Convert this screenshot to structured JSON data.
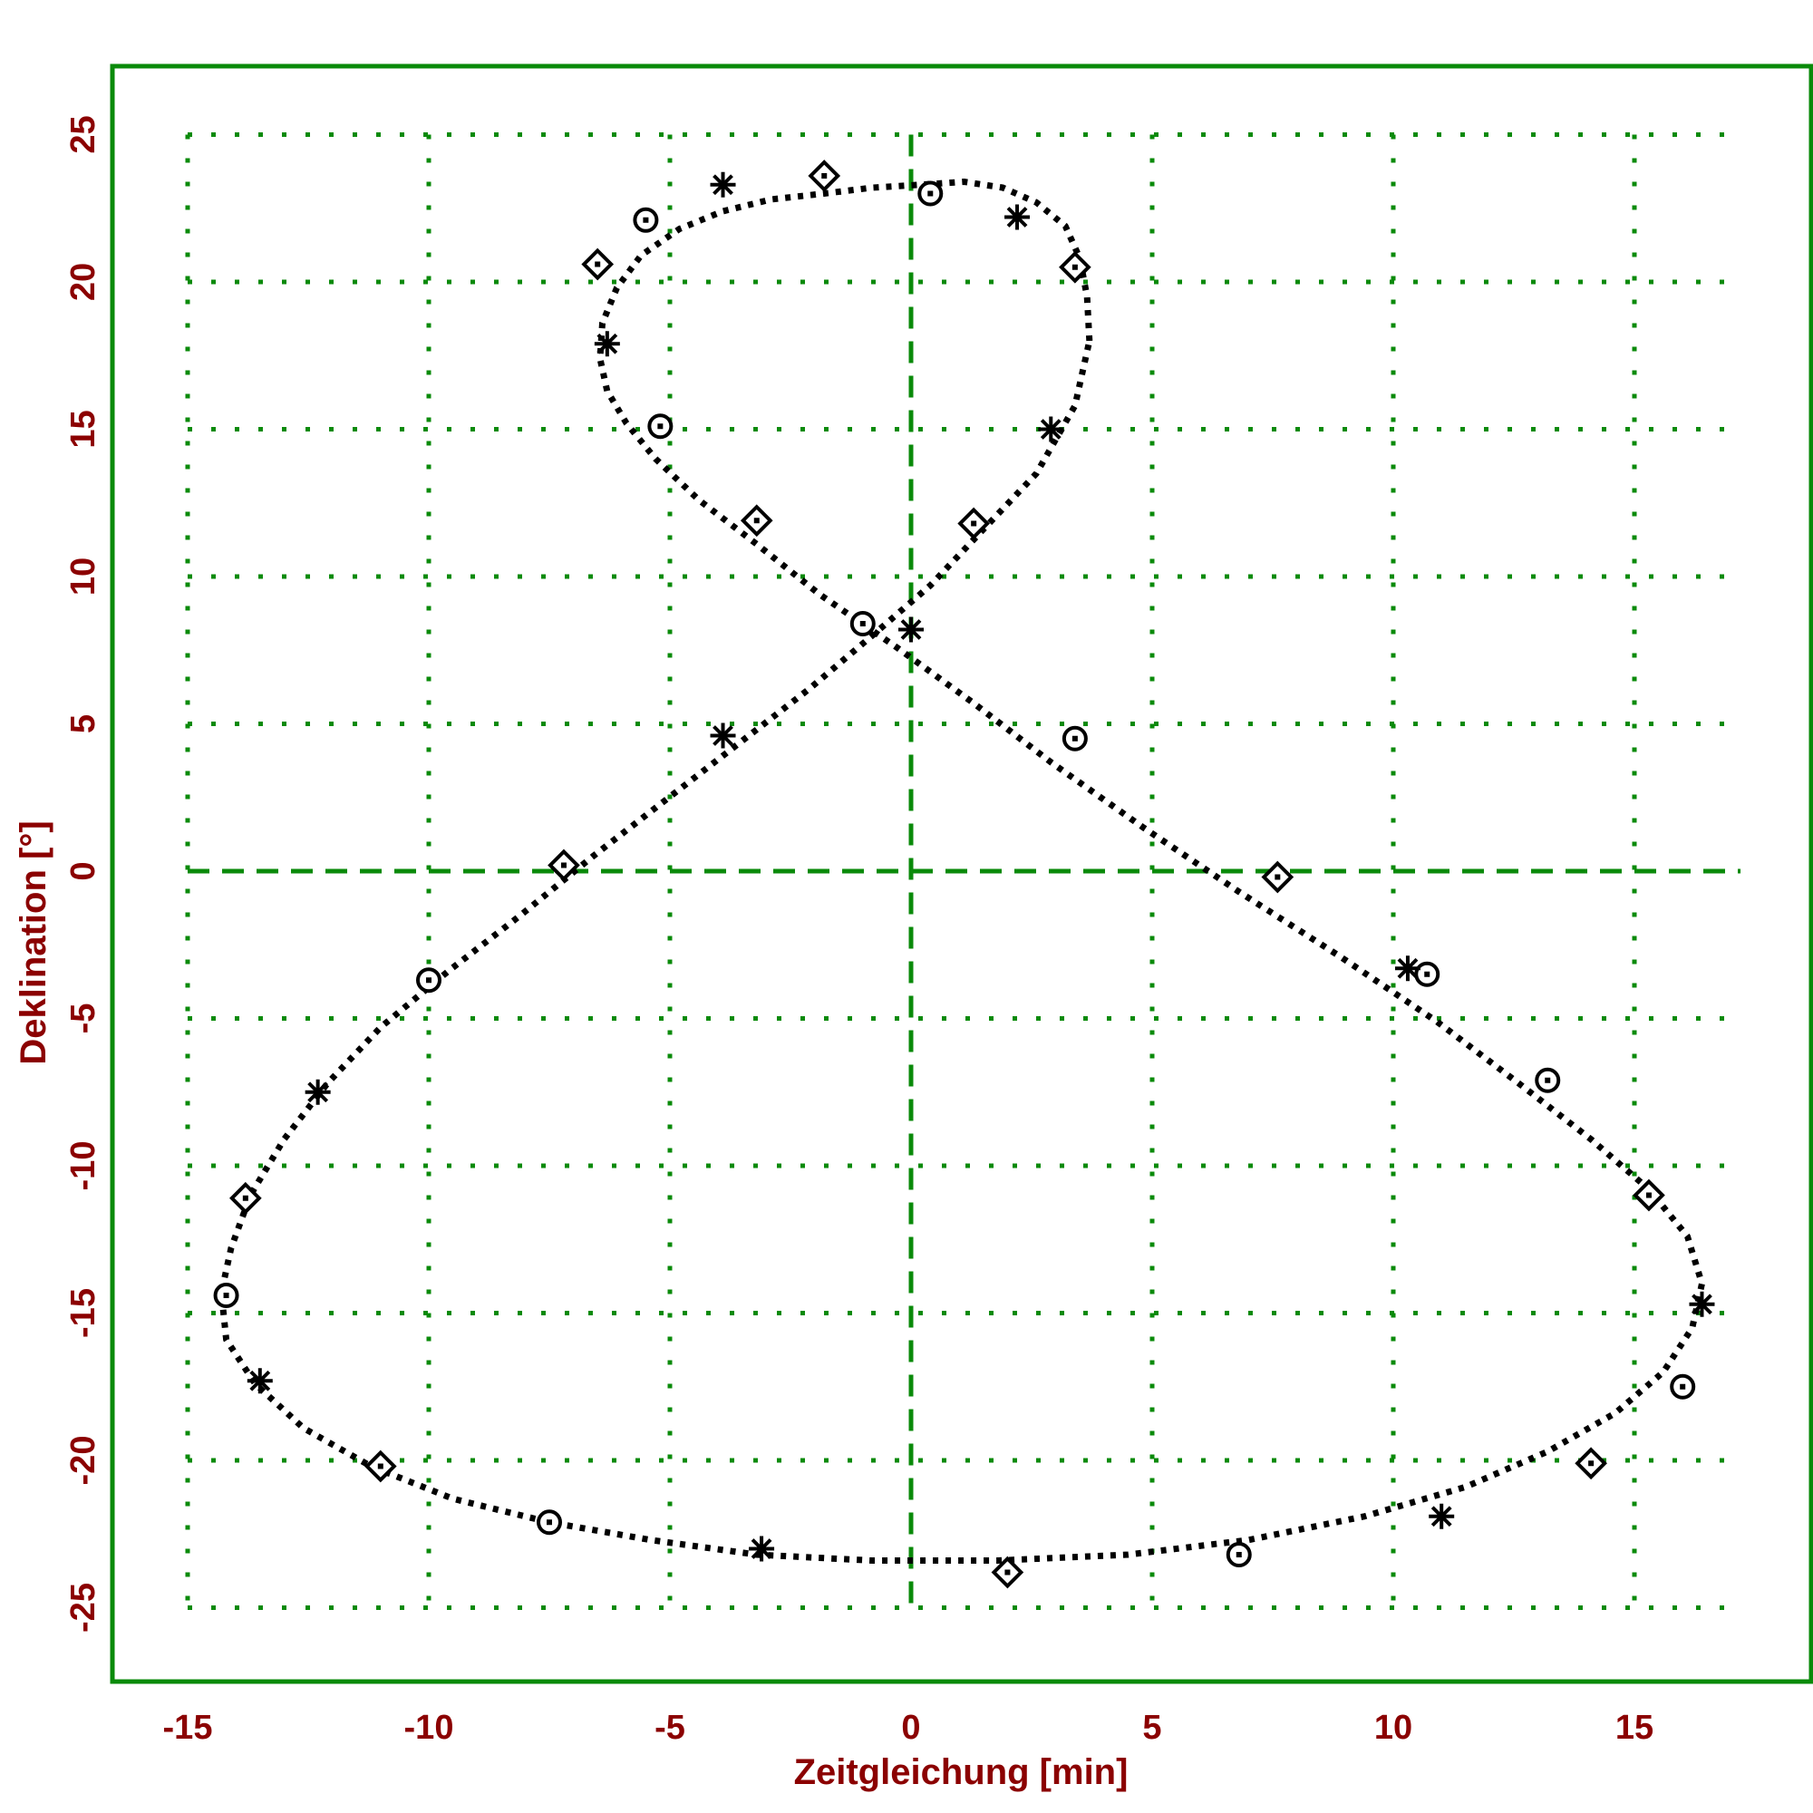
{
  "chart_data": {
    "type": "line",
    "title": "",
    "xlabel": "Zeitgleichung [min]",
    "ylabel": "Deklination [°]",
    "xlim": [
      -16.5,
      18.5
    ],
    "ylim": [
      -27.5,
      27.5
    ],
    "x_ticks": [
      -15,
      -10,
      -5,
      0,
      5,
      10,
      15
    ],
    "x_tick_labels": [
      "-15",
      "-10",
      "-5",
      "0",
      "5",
      "10",
      "15"
    ],
    "y_ticks": [
      -25,
      -20,
      -15,
      -10,
      -5,
      0,
      5,
      10,
      15,
      20,
      25
    ],
    "y_tick_labels": [
      "-25",
      "-20",
      "-15",
      "-10",
      "-5",
      "0",
      "5",
      "10",
      "15",
      "20",
      "25"
    ],
    "grid": true,
    "reference_lines": [
      {
        "axis": "x",
        "value": 0,
        "style": "dashed"
      },
      {
        "axis": "y",
        "value": 0,
        "style": "dashed"
      }
    ],
    "colors": {
      "frame": "#0a8a0a",
      "grid": "#0a8a0a",
      "labels": "#8b0000",
      "curve": "#000000"
    },
    "series": [
      {
        "marker": "curve",
        "x": [
          3.7,
          3.65,
          3.5,
          3.2,
          2.6,
          1.9,
          1.1,
          0.2,
          -0.8,
          -1.8,
          -2.9,
          -3.9,
          -4.8,
          -5.6,
          -6.1,
          -6.4,
          -6.45,
          -6.3,
          -5.9,
          -5.3,
          -4.4,
          -3.2,
          -1.9,
          -0.3,
          1.3,
          2.9,
          4.8,
          6.8,
          8.9,
          10.9,
          12.6,
          14.1,
          15.3,
          16.1,
          16.4,
          16.2,
          15.6,
          14.6,
          13.2,
          11.5,
          9.4,
          7.0,
          4.5,
          1.8,
          -0.8,
          -3.2,
          -5.4,
          -7.5,
          -9.5,
          -11.2,
          -12.6,
          -13.6,
          -14.2,
          -14.3,
          -14.1,
          -13.7,
          -13.0,
          -12.1,
          -11.0,
          -9.6,
          -8.1,
          -6.6,
          -5.1,
          -3.6,
          -2.1,
          -0.8,
          0.4,
          1.5,
          2.6,
          3.4,
          3.7
        ],
        "y": [
          18.0,
          19.5,
          20.8,
          21.9,
          22.7,
          23.2,
          23.4,
          23.3,
          23.2,
          23.0,
          22.8,
          22.4,
          21.8,
          20.9,
          19.8,
          18.6,
          17.4,
          16.3,
          15.2,
          14.0,
          12.6,
          11.1,
          9.4,
          7.6,
          5.7,
          3.7,
          1.5,
          -0.7,
          -2.9,
          -5.1,
          -7.2,
          -9.1,
          -10.8,
          -12.4,
          -14.0,
          -15.5,
          -17.0,
          -18.4,
          -19.7,
          -20.9,
          -21.9,
          -22.7,
          -23.2,
          -23.4,
          -23.4,
          -23.2,
          -22.7,
          -22.1,
          -21.3,
          -20.2,
          -18.9,
          -17.4,
          -15.9,
          -14.3,
          -12.8,
          -11.0,
          -9.1,
          -7.2,
          -5.3,
          -3.4,
          -1.5,
          0.5,
          2.4,
          4.3,
          6.2,
          8.0,
          9.7,
          11.6,
          13.5,
          15.8,
          18.0
        ]
      },
      {
        "marker": "circle",
        "x": [
          0.4,
          -5.5,
          -5.2,
          -1.0,
          3.4,
          10.7,
          13.2,
          16.0,
          6.8,
          -7.5,
          -14.2,
          -10.0
        ],
        "y": [
          23.0,
          22.1,
          15.1,
          8.4,
          4.5,
          -3.5,
          -7.1,
          -17.5,
          -23.2,
          -22.1,
          -14.4,
          -3.7
        ]
      },
      {
        "marker": "asterisk",
        "x": [
          2.2,
          -3.9,
          -6.3,
          2.9,
          0.0,
          10.3,
          16.4,
          11.0,
          -3.1,
          -13.5,
          -12.3,
          -3.9
        ],
        "y": [
          22.2,
          23.3,
          17.9,
          15.0,
          8.2,
          -3.3,
          -14.7,
          -21.9,
          -23.0,
          -17.3,
          -7.5,
          4.6
        ]
      },
      {
        "marker": "diamond",
        "x": [
          3.4,
          -1.8,
          -6.5,
          -3.2,
          1.3,
          7.6,
          15.3,
          14.1,
          2.0,
          -11.0,
          -13.8,
          -7.2
        ],
        "y": [
          20.5,
          23.6,
          20.6,
          11.9,
          11.8,
          -0.2,
          -11.0,
          -20.1,
          -23.8,
          -20.2,
          -11.1,
          0.2
        ]
      }
    ]
  }
}
